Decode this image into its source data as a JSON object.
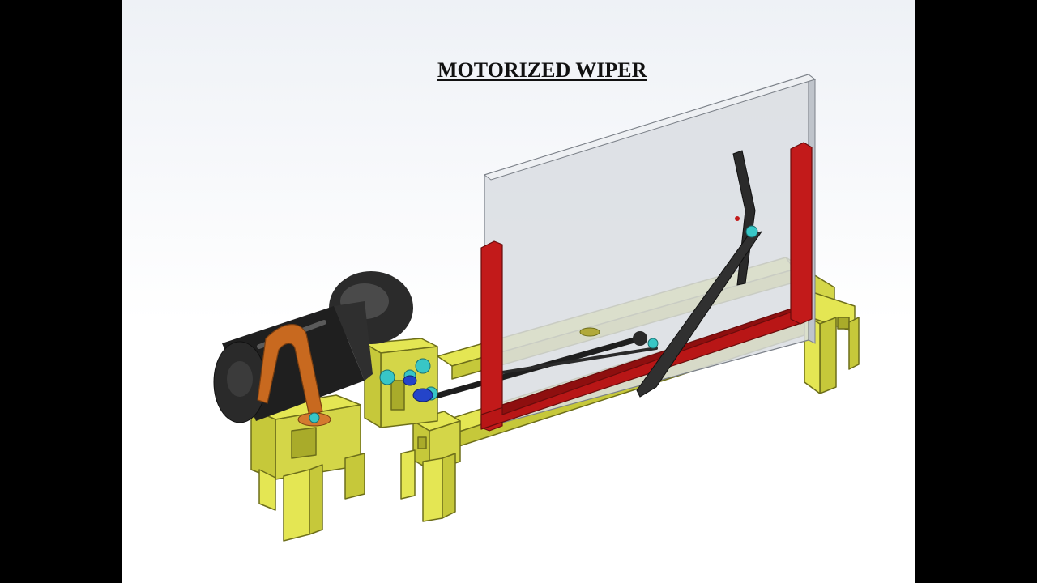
{
  "title": "MOTORIZED WIPER",
  "colors": {
    "background_outer": "#000000",
    "viewport_top": "#eef1f6",
    "viewport_bottom": "#ffffff",
    "frame": "#e4e653",
    "frame_edge": "#6d6e1a",
    "wiper_holder": "#c21a1a",
    "glass": "#d9dde2",
    "motor": "#1f1f1f",
    "clamp": "#c8691f",
    "bolt": "#38c6c6",
    "coupler": "#2444c9",
    "wiper_arm": "#2a2a2a"
  },
  "parts": [
    {
      "name": "glass-panel",
      "icon": "glass-panel-icon"
    },
    {
      "name": "wiper-holder-frame",
      "icon": "u-channel-icon"
    },
    {
      "name": "wiper-arm",
      "icon": "wiper-arm-icon"
    },
    {
      "name": "dc-motor",
      "icon": "motor-icon"
    },
    {
      "name": "motor-clamp",
      "icon": "clamp-icon"
    },
    {
      "name": "linkage-rod",
      "icon": "rod-icon"
    },
    {
      "name": "base-frame",
      "icon": "frame-icon"
    }
  ]
}
